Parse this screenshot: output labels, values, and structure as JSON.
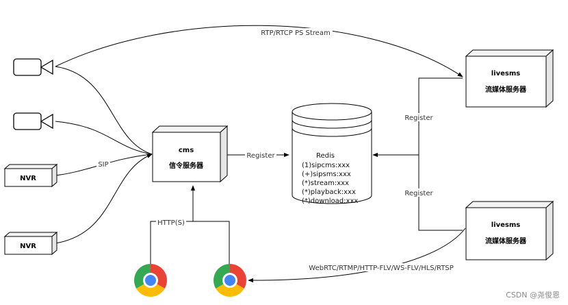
{
  "labels": {
    "rtp_stream": "RTP/RTCP PS Stream",
    "sip": "SIP",
    "register_cms": "Register",
    "register_upper": "Register",
    "register_lower": "Register",
    "http": "HTTP(S)",
    "webrtc": "WebRTC/RTMP/HTTP-FLV/WS-FLV/HLS/RTSP"
  },
  "nodes": {
    "cms": {
      "name": "cms",
      "subtitle": "信令服务器"
    },
    "livesms_top": {
      "name": "livesms",
      "subtitle": "流媒体服务器"
    },
    "livesms_bottom": {
      "name": "livesms",
      "subtitle": "流媒体服务器"
    },
    "nvr_1": {
      "label": "NVR"
    },
    "nvr_2": {
      "label": "NVR"
    },
    "redis": {
      "title": "Redis",
      "lines": [
        "(1)sipcms:xxx",
        "(+)sipsms:xxx",
        "(*)stream:xxx",
        "(*)playback:xxx",
        "(*)download:xxx"
      ]
    }
  },
  "icons": {
    "camera_1": "camera-icon",
    "camera_2": "camera-icon",
    "browser_1": "chrome-icon",
    "browser_2": "chrome-icon"
  },
  "watermark": "CSDN @尧俊恩"
}
